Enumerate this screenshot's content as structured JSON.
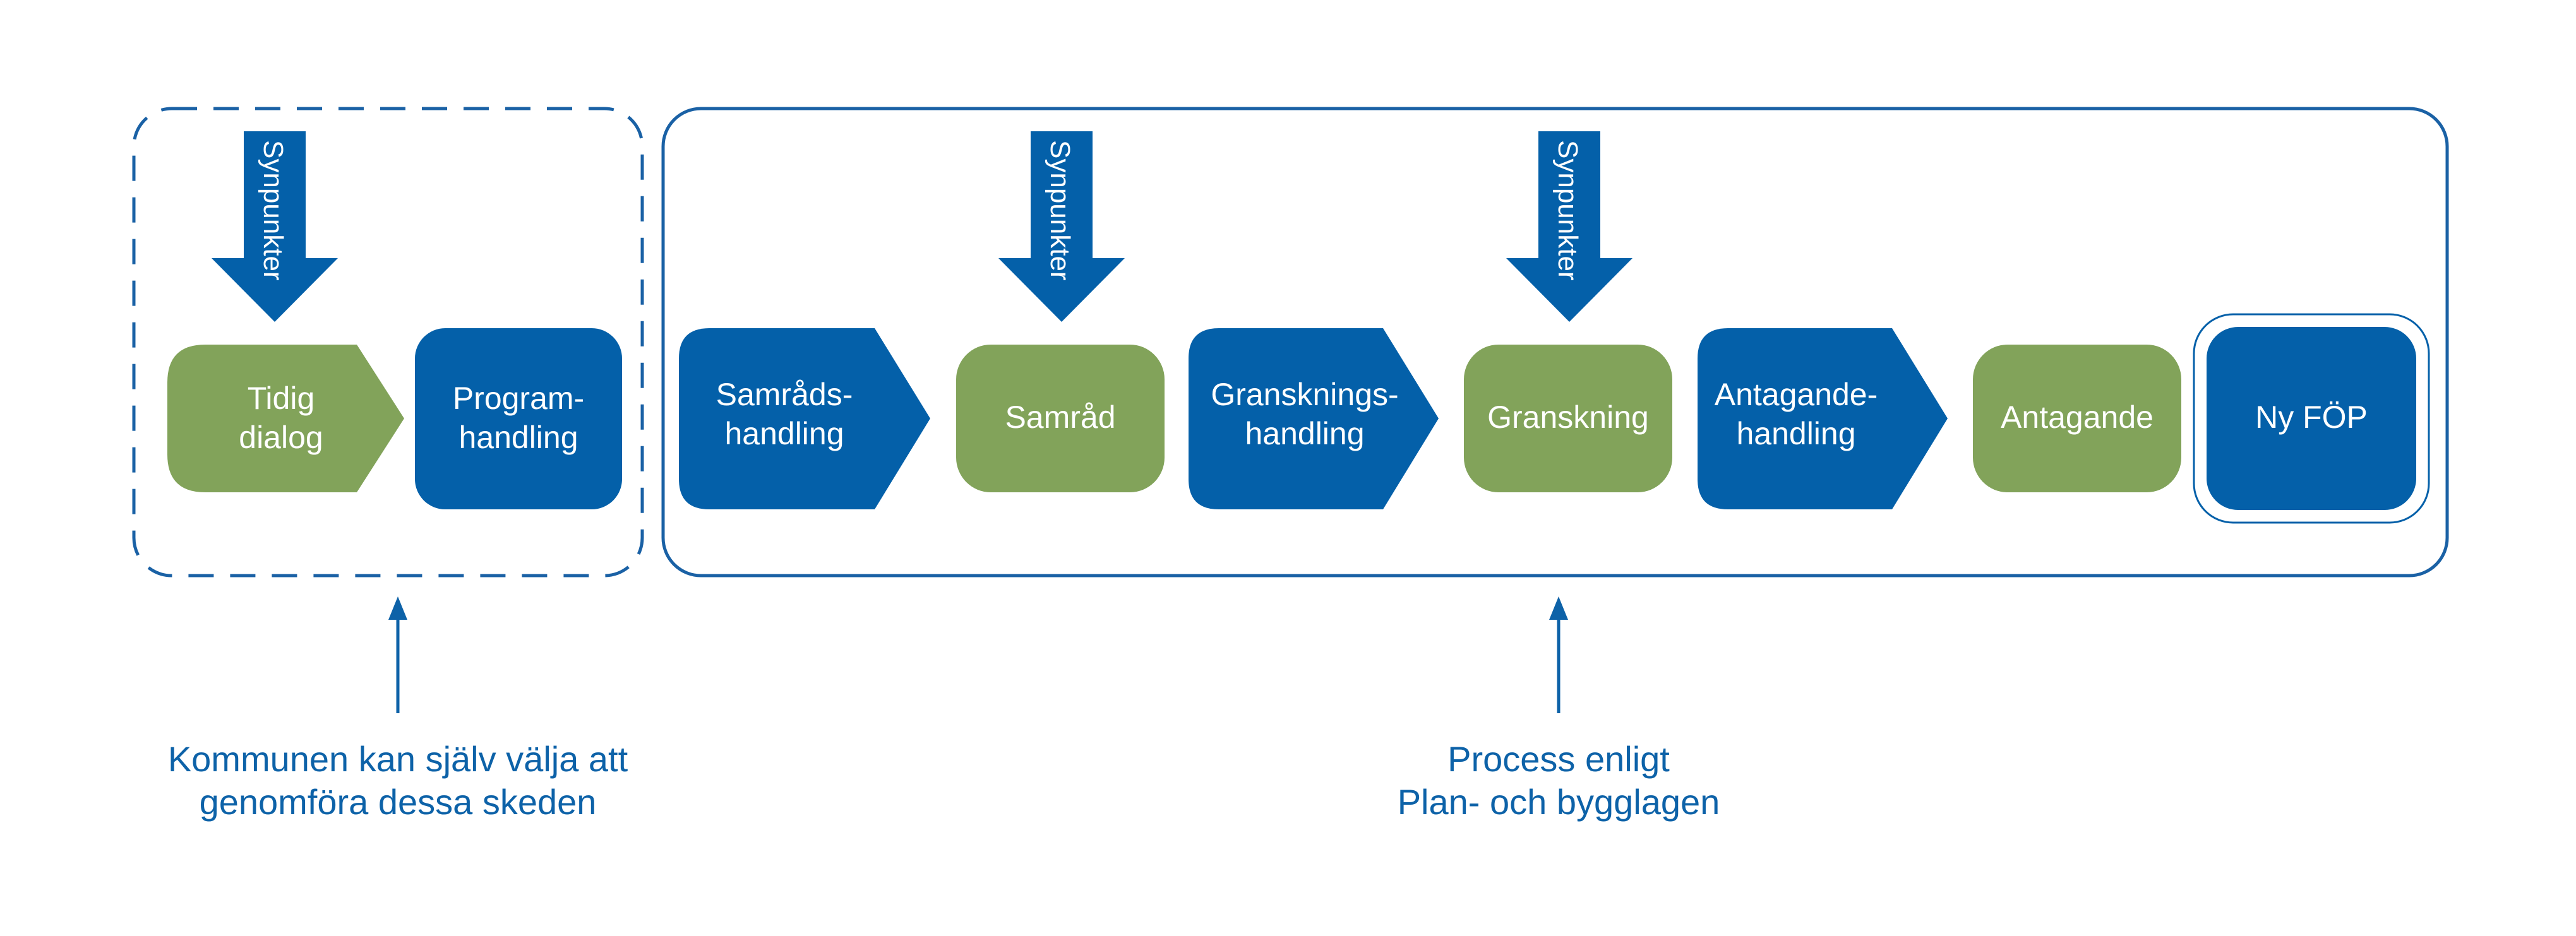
{
  "colors": {
    "blue": "#0460a9",
    "green": "#82a35a",
    "frame": "#1a61a5",
    "caption": "#0d62a8",
    "background": "#ffffff"
  },
  "arrows": {
    "label": "Synpunkter"
  },
  "steps": {
    "tidig_dialog": {
      "line1": "Tidig",
      "line2": "dialog"
    },
    "programhandling": {
      "line1": "Program-",
      "line2": "handling"
    },
    "samradshandling": {
      "line1": "Samråds-",
      "line2": "handling"
    },
    "samrad": {
      "label": "Samråd"
    },
    "granskningshandling": {
      "line1": "Gransknings-",
      "line2": "handling"
    },
    "granskning": {
      "label": "Granskning"
    },
    "antagandehandling": {
      "line1": "Antagande-",
      "line2": "handling"
    },
    "antagande": {
      "label": "Antagande"
    },
    "ny_fop": {
      "label": "Ny FÖP"
    }
  },
  "captions": {
    "left": {
      "line1": "Kommunen kan själv välja att",
      "line2": "genomföra dessa skeden"
    },
    "right": {
      "line1": "Process enligt",
      "line2": "Plan- och bygglagen"
    }
  }
}
